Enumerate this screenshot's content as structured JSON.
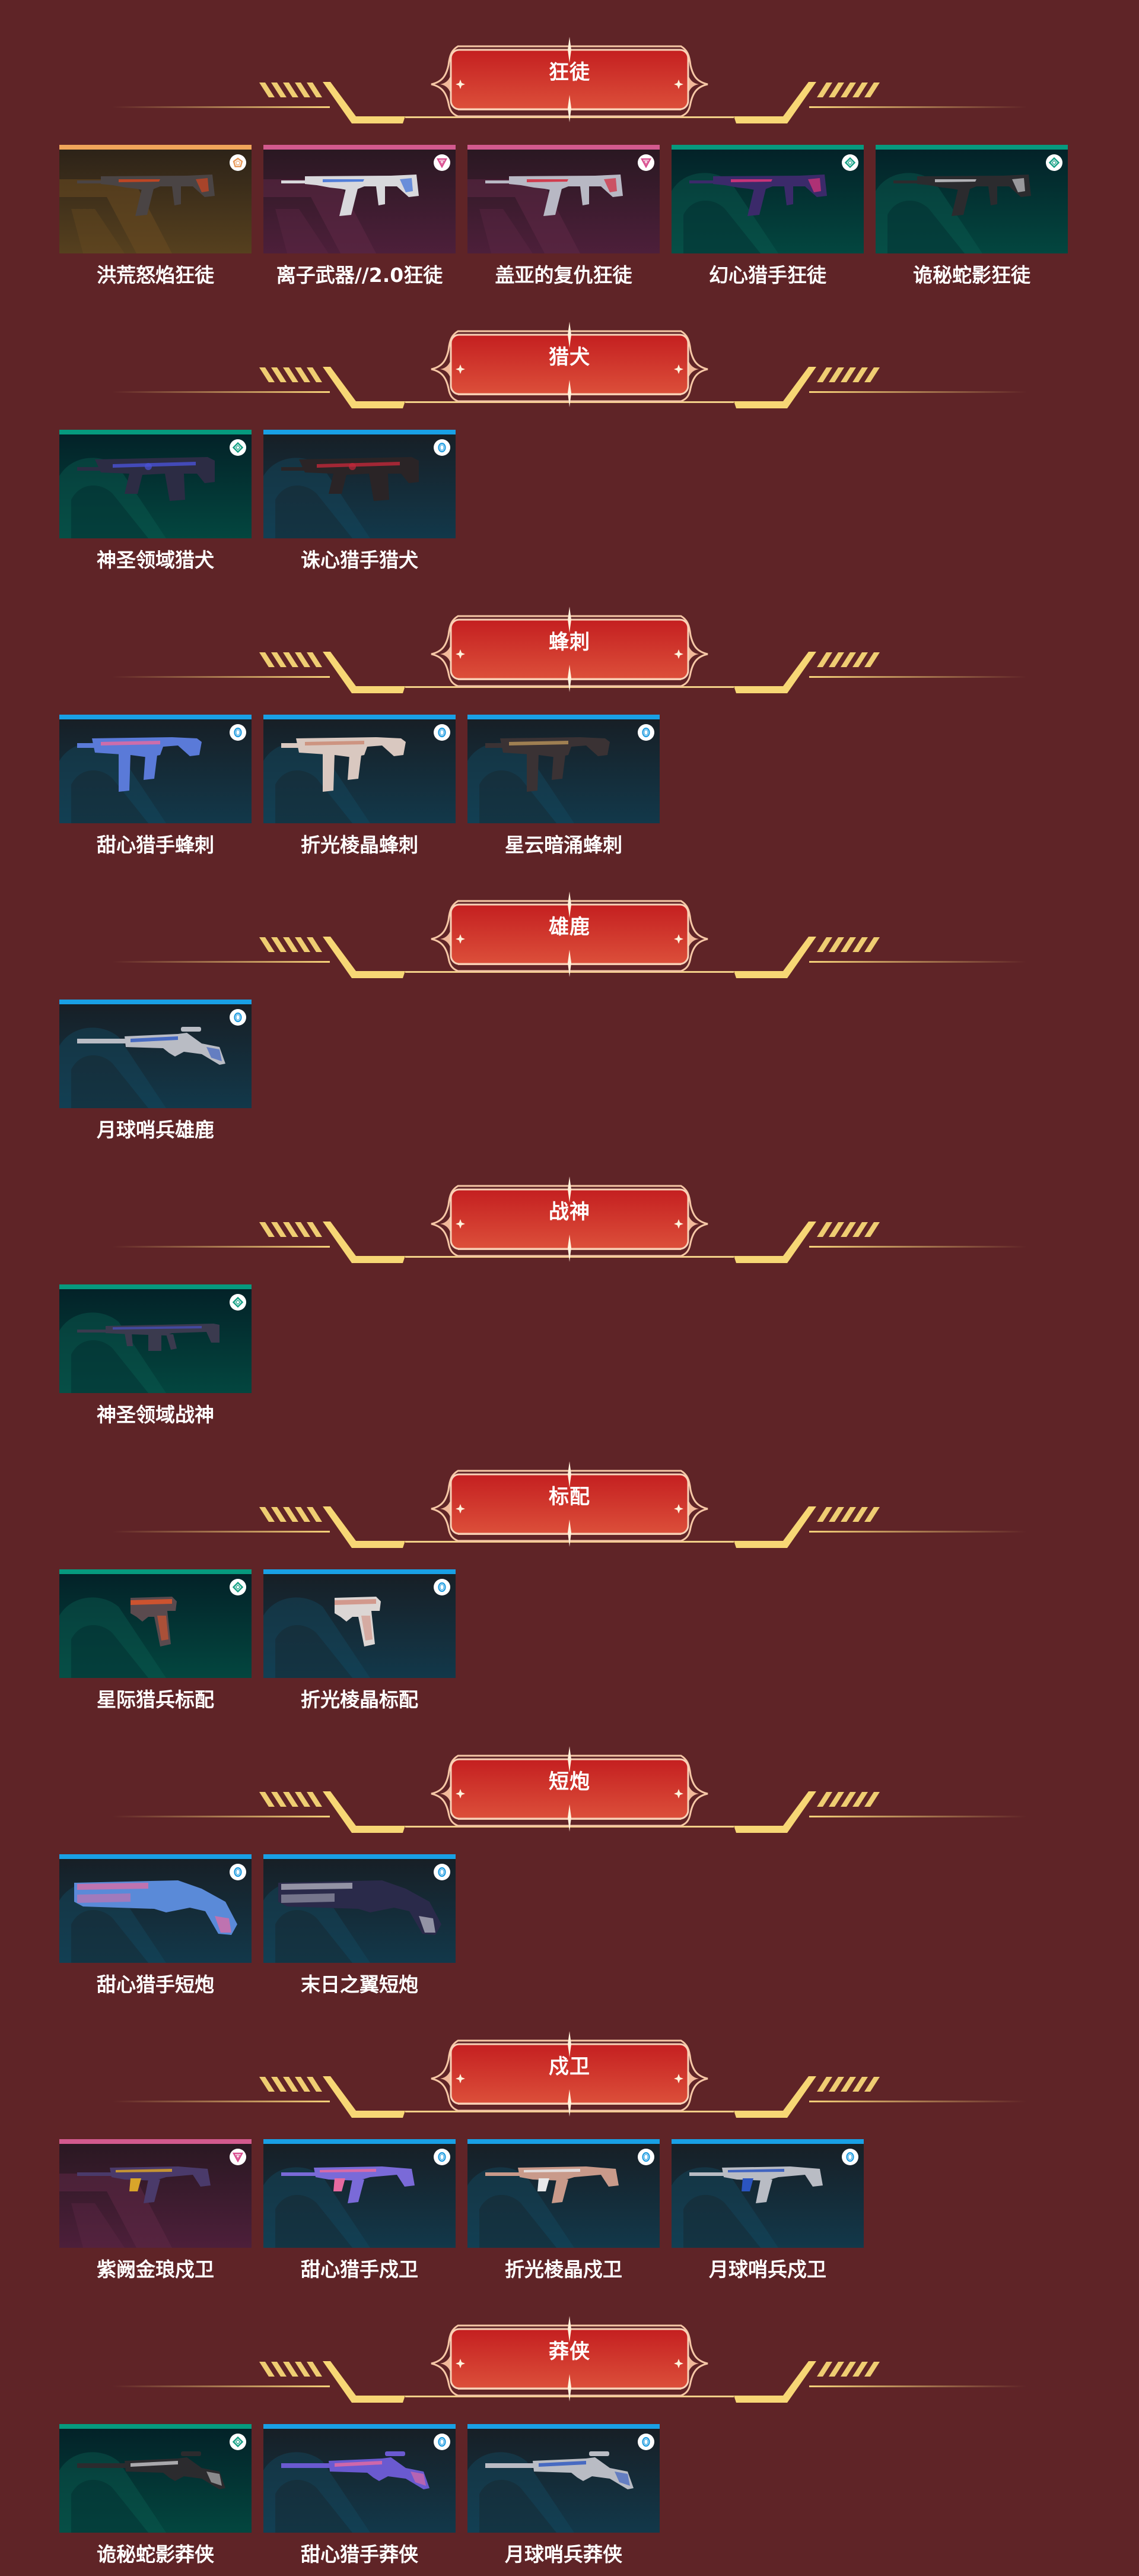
{
  "page": {
    "background": "#5f2427"
  },
  "tiers": {
    "gold": {
      "bar": "#f0a55a",
      "bg_top": "#2d2318",
      "bg_bottom": "#56401e",
      "shape": "#6a4b20",
      "icon_color": "#e89a5a",
      "icon": "pentagon-tier-icon"
    },
    "pink": {
      "bar": "#d35a8e",
      "bg_top": "#2a1822",
      "bg_bottom": "#4d1f3a",
      "shape": "#5e2846",
      "icon_color": "#d94d8f",
      "icon": "triangle-tier-icon"
    },
    "teal": {
      "bar": "#069a7e",
      "bg_top": "#032228",
      "bg_bottom": "#03463f",
      "shape": "#0a5a50",
      "icon_color": "#16a085",
      "icon": "diamond-tier-icon"
    },
    "blue": {
      "bar": "#19a0e5",
      "bg_top": "#171f26",
      "bg_bottom": "#12384a",
      "shape": "#154a60",
      "icon_color": "#1d9be0",
      "icon": "circle-tier-icon"
    }
  },
  "sections": [
    {
      "title": "狂徒",
      "weapon": "rifle",
      "items": [
        {
          "name": "洪荒怒焰狂徒",
          "tier": "gold",
          "gun_color": "#4a4444",
          "accent": "#d0451f"
        },
        {
          "name": "离子武器//2.0狂徒",
          "tier": "pink",
          "gun_color": "#d8d8dc",
          "accent": "#3a6fd8"
        },
        {
          "name": "盖亚的复仇狂徒",
          "tier": "pink",
          "gun_color": "#b8b8c4",
          "accent": "#d3263a"
        },
        {
          "name": "幻心猎手狂徒",
          "tier": "teal",
          "gun_color": "#3b2a6a",
          "accent": "#e0357a"
        },
        {
          "name": "诡秘蛇影狂徒",
          "tier": "teal",
          "gun_color": "#2b2b2e",
          "accent": "#c9c9cc"
        }
      ]
    },
    {
      "title": "猎犬",
      "weapon": "bullpup",
      "items": [
        {
          "name": "神圣领域猎犬",
          "tier": "teal",
          "gun_color": "#2c2c44",
          "accent": "#4a53d6"
        },
        {
          "name": "诛心猎手猎犬",
          "tier": "blue",
          "gun_color": "#2a2426",
          "accent": "#c0283a"
        }
      ]
    },
    {
      "title": "蜂刺",
      "weapon": "smg",
      "items": [
        {
          "name": "甜心猎手蜂刺",
          "tier": "blue",
          "gun_color": "#5a7ad8",
          "accent": "#e86aa0"
        },
        {
          "name": "折光棱晶蜂刺",
          "tier": "blue",
          "gun_color": "#d9c8c0",
          "accent": "#c98770"
        },
        {
          "name": "星云暗涌蜂刺",
          "tier": "blue",
          "gun_color": "#3a3234",
          "accent": "#b9925a"
        }
      ]
    },
    {
      "title": "雄鹿",
      "weapon": "shotgun_long",
      "items": [
        {
          "name": "月球哨兵雄鹿",
          "tier": "blue",
          "gun_color": "#b9bcc4",
          "accent": "#2b55c0"
        }
      ]
    },
    {
      "title": "战神",
      "weapon": "lmg",
      "items": [
        {
          "name": "神圣领域战神",
          "tier": "teal",
          "gun_color": "#3a3a4e",
          "accent": "#4a53d6"
        }
      ]
    },
    {
      "title": "标配",
      "weapon": "pistol",
      "items": [
        {
          "name": "星际猎兵标配",
          "tier": "teal",
          "gun_color": "#5a4a4e",
          "accent": "#e0552a"
        },
        {
          "name": "折光棱晶标配",
          "tier": "blue",
          "gun_color": "#dcd6d4",
          "accent": "#d08e80"
        }
      ]
    },
    {
      "title": "短炮",
      "weapon": "sawedoff",
      "items": [
        {
          "name": "甜心猎手短炮",
          "tier": "blue",
          "gun_color": "#5a8ad8",
          "accent": "#e86aa0"
        },
        {
          "name": "末日之翼短炮",
          "tier": "blue",
          "gun_color": "#2a2a4a",
          "accent": "#c0c0cc"
        }
      ]
    },
    {
      "title": "戍卫",
      "weapon": "rifle2",
      "items": [
        {
          "name": "紫阙金琅戍卫",
          "tier": "pink",
          "gun_color": "#4a3a6a",
          "accent": "#d9a52a"
        },
        {
          "name": "甜心猎手戍卫",
          "tier": "blue",
          "gun_color": "#7a6ad8",
          "accent": "#e86aa0"
        },
        {
          "name": "折光棱晶戍卫",
          "tier": "blue",
          "gun_color": "#c99a8a",
          "accent": "#e8e8ea"
        },
        {
          "name": "月球哨兵戍卫",
          "tier": "blue",
          "gun_color": "#b9bcc4",
          "accent": "#2b55c0"
        }
      ]
    },
    {
      "title": "莽侠",
      "weapon": "shotgun_long",
      "items": [
        {
          "name": "诡秘蛇影莽侠",
          "tier": "teal",
          "gun_color": "#2b2b2e",
          "accent": "#c9c9cc"
        },
        {
          "name": "甜心猎手莽侠",
          "tier": "blue",
          "gun_color": "#6a5ad0",
          "accent": "#e86aa0"
        },
        {
          "name": "月球哨兵莽侠",
          "tier": "blue",
          "gun_color": "#b9bcc4",
          "accent": "#2b55c0"
        }
      ]
    }
  ]
}
